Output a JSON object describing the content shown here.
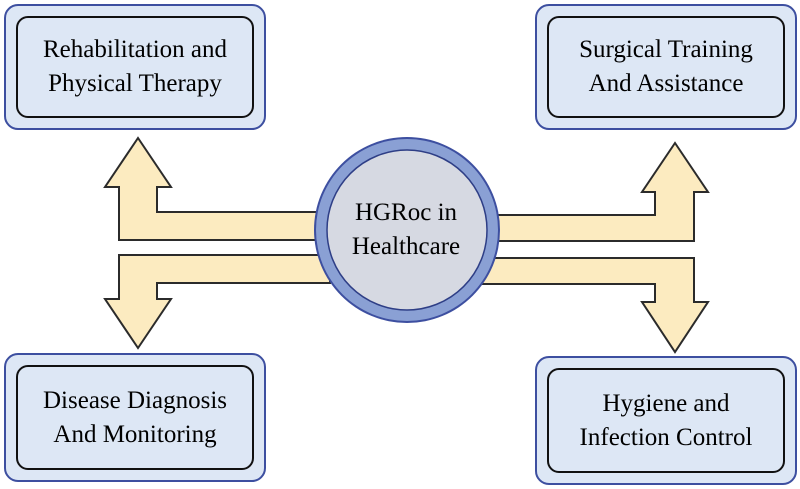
{
  "center": {
    "label": "HGRoc in\nHealthcare"
  },
  "applications": {
    "top_left": "Rehabilitation and\nPhysical Therapy",
    "top_right": "Surgical Training\nAnd Assistance",
    "bottom_left": "Disease Diagnosis\nAnd Monitoring",
    "bottom_right": "Hygiene and\nInfection Control"
  },
  "colors": {
    "box_fill": "#dde7f5",
    "box_outer_border": "#3d4fa0",
    "box_inner_border": "#111111",
    "arrow_fill": "#fcebc0",
    "arrow_stroke": "#2b2b2b",
    "circle_fill": "#d6d9e2",
    "circle_ring": "#8aa0d4",
    "circle_ring_outline": "#3d4fa0"
  }
}
